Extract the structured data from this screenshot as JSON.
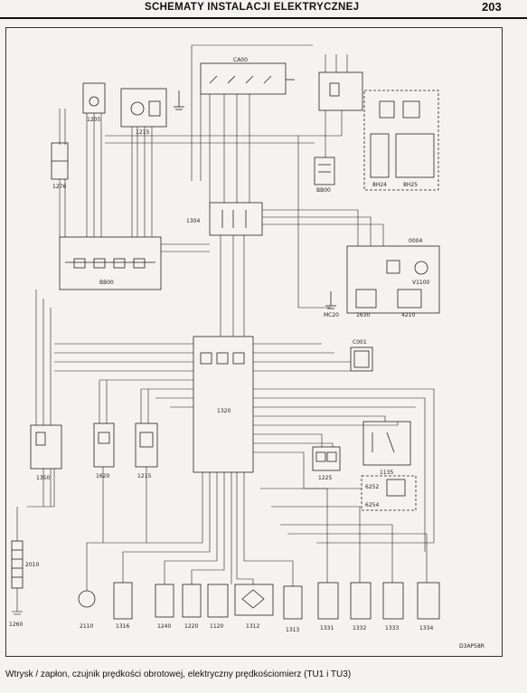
{
  "header": {
    "title": "SCHEMATY INSTALACJI ELEKTRYCZNEJ",
    "page_number": "203"
  },
  "components": {
    "c1276": "1276",
    "c1205": "1205",
    "c1215": "1215",
    "cca00": "CA00",
    "cbb00": "BB00",
    "cbb00_short": "BB00",
    "c8h24": "8H24",
    "c8h25": "8H25",
    "c1304": "1304",
    "c0004": "0004",
    "c1630": "1630",
    "c4210": "4210",
    "cv1100": "V1100",
    "cmc20": "MC20",
    "cc001": "C001",
    "c1320": "1320",
    "c1350": "1350",
    "c1620": "1620",
    "c1215b": "1215",
    "c1225": "1225",
    "c1135": "1135",
    "c6252": "6252",
    "c6254": "6254",
    "c2010": "2010",
    "c1260": "1260",
    "c2110": "2110",
    "c1316": "1316",
    "c1240": "1240",
    "c1220": "1220",
    "c1120": "1120",
    "c1312": "1312",
    "c1313": "1313",
    "c1331": "1331",
    "c1332": "1332",
    "c1333": "1333",
    "c1334": "1334"
  },
  "figure_code": "D3AP58R",
  "caption": "Wtrysk / zapłon, czujnik prędkości obrotowej, elektryczny prędkościomierz (TU1 i TU3)"
}
